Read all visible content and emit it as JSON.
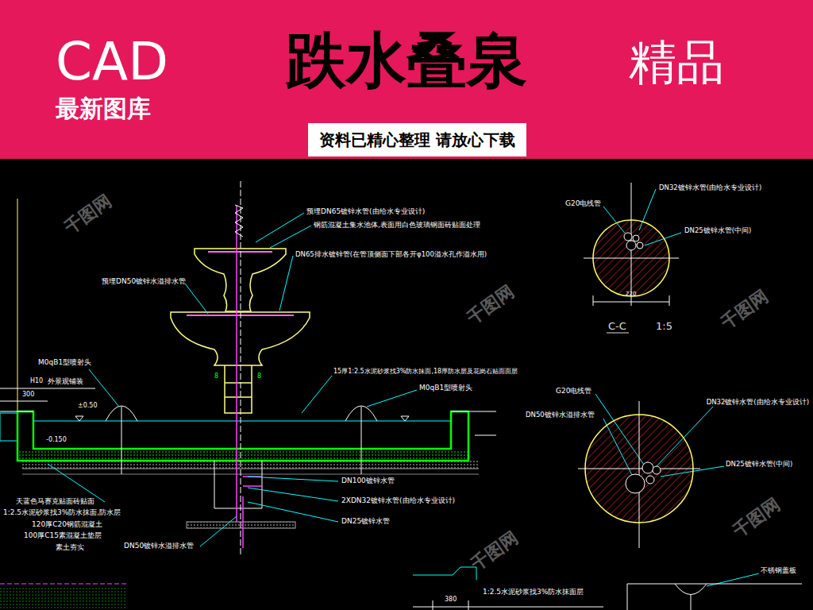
{
  "diagram": {
    "title": "跌水叠泉",
    "nodes": [
      {
        "text": [
          "资料已精心整理 请放心下载"
        ]
      }
    ],
    "labels": [
      "CAD",
      "最新图库",
      "精品",
      "预埋DN65镀锌水管(由给水专业设计)",
      "钢筋混凝土集水池体,表面用白色玻璃钢面砖贴面处理",
      "DN65排水镀锌管(在管顶侧面下部各开φ100溢水孔作溢水用)",
      "预埋DN50镀锌水溢排水管",
      "M0qB1型喷射头",
      "H10",
      "外景观铺装",
      "300",
      "±0.50",
      "-0.150",
      "8",
      "8",
      "15厚1:2.5水泥砂浆找3%防水抹面,18厚防水层及花岗石贴面面层",
      "M0qB1型喷射头",
      "DN100镀锌水管",
      "2XDN32镀锌水管(由给水专业设计)",
      "DN25镀锌水管",
      "DN50镀锌水溢排水管",
      "天蓝色马赛克贴面砖贴面",
      "1:2.5水泥砂浆找3%防水抹面,防水层",
      "120厚C20钢筋混凝土",
      "100厚C15素混凝土垫层",
      "素土夯实",
      "DN32镀锌水管(由给水专业设计)",
      "G20电线管",
      "DN25镀锌水管(中间)",
      "220",
      "C-C",
      "1:5",
      "G20电线管",
      "DN50镀锌水溢排水管",
      "DN32镀锌水管(由给水专业设计)",
      "DN25镀锌水管(中间)",
      "1:2.5水泥砂浆找3%防水抹面层",
      "不锈钢盖板",
      "380",
      "千图网",
      "千图网",
      "千图网",
      "千图网",
      "千图网"
    ]
  }
}
